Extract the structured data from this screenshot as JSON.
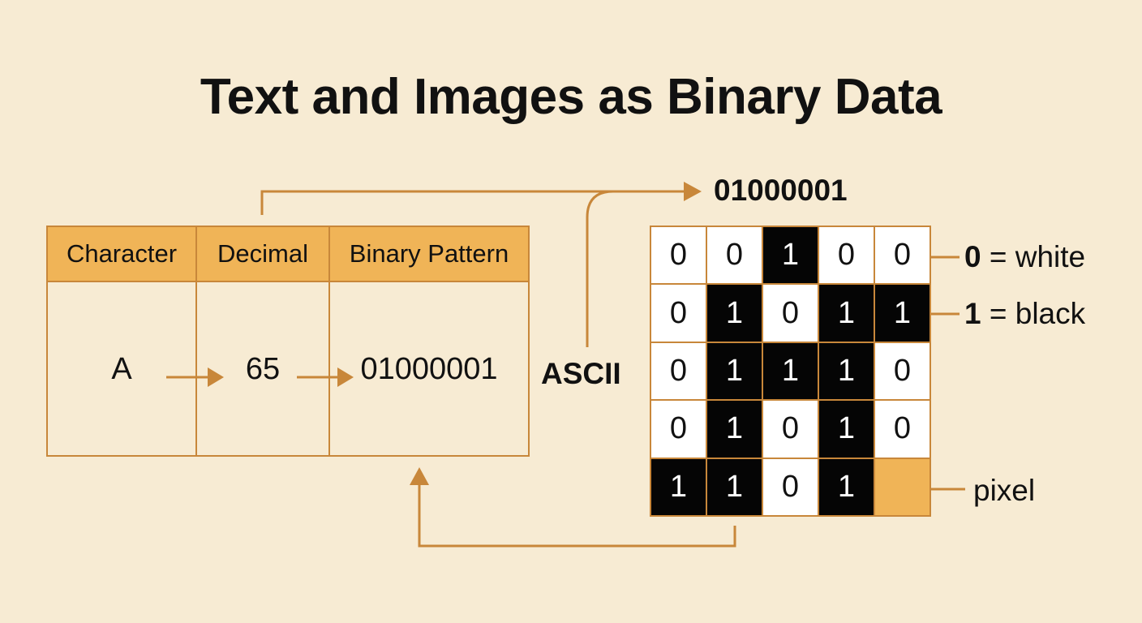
{
  "title": "Text and Images as Binary Data",
  "colors": {
    "background": "#f7ebd3",
    "header": "#f0b457",
    "border": "#c8873a",
    "arrow": "#c8873a",
    "black_pixel": "#050505",
    "white_pixel": "#ffffff",
    "highlight_pixel": "#f0b457"
  },
  "table": {
    "headers": [
      "Character",
      "Decimal",
      "Binary Pattern"
    ],
    "row": [
      "A",
      "65",
      "01000001"
    ]
  },
  "ascii_label": "ASCII",
  "binary_top": "01000001",
  "grid": [
    [
      "0",
      "0",
      "1",
      "0",
      "0"
    ],
    [
      "0",
      "1",
      "0",
      "1",
      "1"
    ],
    [
      "0",
      "1",
      "1",
      "1",
      "0"
    ],
    [
      "0",
      "1",
      "0",
      "1",
      "0"
    ],
    [
      "1",
      "1",
      "0",
      "1",
      ""
    ]
  ],
  "highlight_cell": [
    4,
    4
  ],
  "legend": {
    "zero_key": "0",
    "zero_text": " = white",
    "one_key": "1",
    "one_text": " = black",
    "pixel": "pixel"
  }
}
